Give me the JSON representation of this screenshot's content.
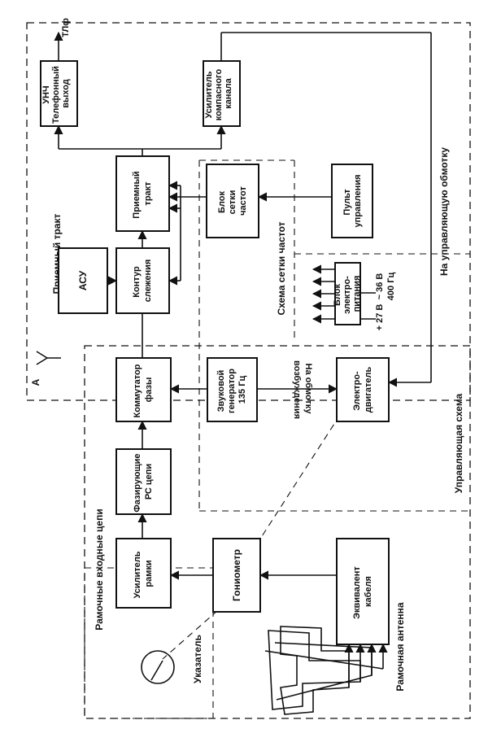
{
  "regions": {
    "receive_path": "Приемный тракт",
    "frame_inputs": "Рамочные входные цепи",
    "control_scheme": "Управляющая схема",
    "frequency_grid": "Схема сетки частот",
    "indicator": "Указатель",
    "loop_antenna": "Рамочная антенна"
  },
  "blocks": {
    "unch": [
      "УНЧ",
      "Телефонный",
      "выход"
    ],
    "compass_amp": [
      "Усилитель",
      "компасного",
      "канала"
    ],
    "receiver": [
      "Приемный",
      "тракт"
    ],
    "freq_grid_block": [
      "Блок",
      "сетки",
      "частот"
    ],
    "control_panel": [
      "Пульт",
      "управления"
    ],
    "asu": [
      "АСУ"
    ],
    "tracking": [
      "Контур",
      "слежения"
    ],
    "power": [
      "Блок",
      "электро-",
      "питания"
    ],
    "phase_switch": [
      "Коммутатор",
      "фазы"
    ],
    "sound_gen": [
      "Звуковой",
      "генератор",
      "135 Гц"
    ],
    "motor": [
      "Электро-",
      "двигатель"
    ],
    "phasing": [
      "Фазирующие",
      "РС цепи"
    ],
    "frame_amp": [
      "Усилитель",
      "рамки"
    ],
    "goniometer": [
      "Гониометр"
    ],
    "cable_equiv": [
      "Эквивалент",
      "кабеля"
    ]
  },
  "labels": {
    "tlf": "ТЛф",
    "antenna_a": "А",
    "to_control_winding": "На управляющую обмотку",
    "to_excitation_winding": [
      "На обмотку",
      "возбуждения"
    ],
    "v27": "+ 27 В",
    "v36": "~ 36 В",
    "hz400": "400 Гц"
  }
}
